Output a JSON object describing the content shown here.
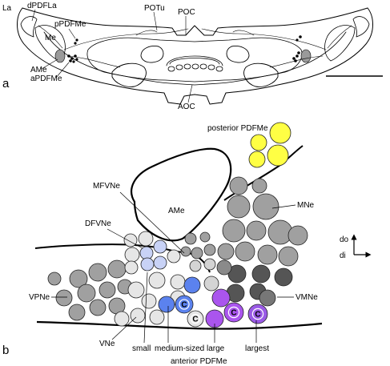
{
  "panels": {
    "a": "a",
    "b": "b"
  },
  "panel_a": {
    "labels": {
      "la": "La",
      "dpdfla": "dPDFLa",
      "ppdfme": "pPDFMe",
      "me": "Me",
      "ame": "AMe",
      "apdfme": "aPDFMe",
      "potu": "POTu",
      "poc": "POC",
      "aoc": "AOC"
    }
  },
  "panel_b": {
    "labels": {
      "posterior_pdfme": "posterior PDFMe",
      "mfvne": "MFVNe",
      "ame": "AMe",
      "mne": "MNe",
      "dfvne": "DFVNe",
      "vpne": "VPNe",
      "vmne": "VMNe",
      "vne": "VNe",
      "small": "small",
      "medium_sized": "medium-sized",
      "large": "large",
      "largest": "largest",
      "anterior_pdfme": "anterior PDFMe"
    },
    "axes": {
      "dorsal": "do",
      "distal": "di"
    },
    "cell_marker": "C"
  },
  "colors": {
    "posterior_pdfme": "#ffff44",
    "dfvne": "#c8d2f6",
    "medium_sized": "#5b82ee",
    "large": "#aa55ee",
    "largest": "#9a5ae6",
    "small": "#e6e6e6",
    "mne": "#9a9a9a",
    "vmne": "#555555",
    "vpne": "#9a9a9a"
  }
}
